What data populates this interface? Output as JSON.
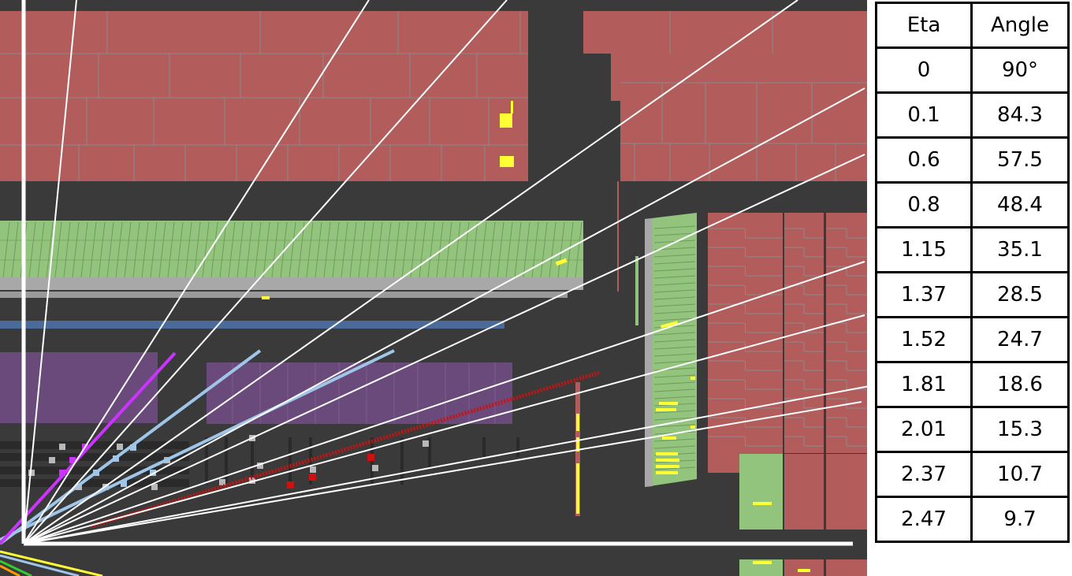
{
  "table": {
    "headers": [
      "Eta",
      "Angle"
    ],
    "rows": [
      {
        "eta": "0",
        "angle": "90°"
      },
      {
        "eta": "0.1",
        "angle": "84.3"
      },
      {
        "eta": "0.6",
        "angle": "57.5"
      },
      {
        "eta": "0.8",
        "angle": "48.4"
      },
      {
        "eta": "1.15",
        "angle": "35.1"
      },
      {
        "eta": "1.37",
        "angle": "28.5"
      },
      {
        "eta": "1.52",
        "angle": "24.7"
      },
      {
        "eta": "1.81",
        "angle": "18.6"
      },
      {
        "eta": "2.01",
        "angle": "15.3"
      },
      {
        "eta": "2.37",
        "angle": "10.7"
      },
      {
        "eta": "2.47",
        "angle": "9.7"
      }
    ]
  },
  "colors": {
    "background": "#3a3a3a",
    "hadronic_calorimeter": "#b35c5c",
    "em_calorimeter": "#93c47d",
    "solenoid": "#4a6a9a",
    "trt": "#6a4a7a",
    "hits": "#ffff33",
    "track_red": "#cc1111",
    "track_blue": "#9fc5e8",
    "track_magenta": "#cc33ff",
    "eta_lines": "#ffffff"
  }
}
